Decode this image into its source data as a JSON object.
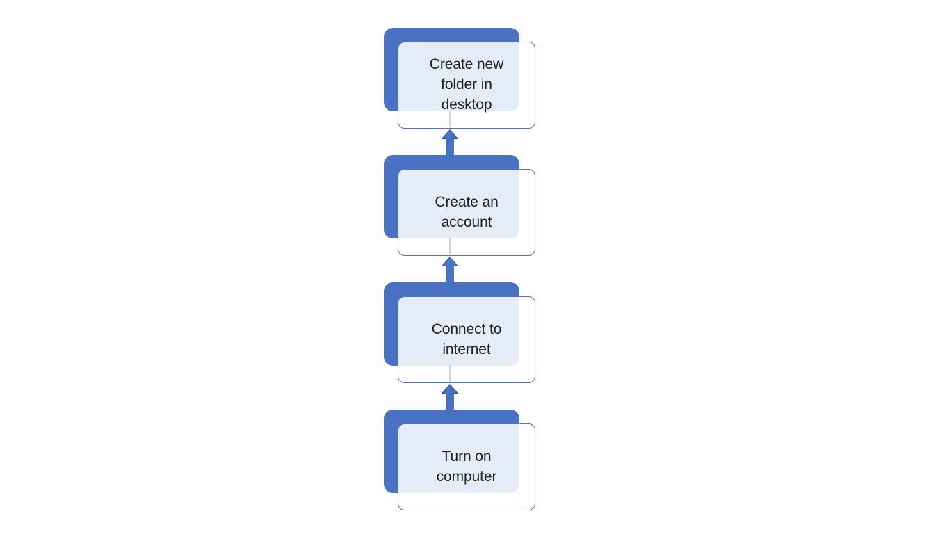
{
  "diagram": {
    "type": "flowchart",
    "orientation": "vertical",
    "flow_direction": "bottom-to-top",
    "nodes": [
      {
        "id": "create-new-folder",
        "label": "Create new\nfolder in\ndesktop",
        "flow_step": 4
      },
      {
        "id": "create-an-account",
        "label": "Create an\naccount",
        "flow_step": 3
      },
      {
        "id": "connect-to-internet",
        "label": "Connect to\ninternet",
        "flow_step": 2
      },
      {
        "id": "turn-on-computer",
        "label": "Turn on\ncomputer",
        "flow_step": 1
      }
    ],
    "edges": [
      {
        "from": "turn-on-computer",
        "to": "connect-to-internet",
        "arrow_direction": "up"
      },
      {
        "from": "connect-to-internet",
        "to": "create-an-account",
        "arrow_direction": "up"
      },
      {
        "from": "create-an-account",
        "to": "create-new-folder",
        "arrow_direction": "up"
      }
    ],
    "colors": {
      "node_shadow_blue": "#4a72c2",
      "node_border_blue": "#4f74c4",
      "node_fill": "rgba(255,255,255,0.86)",
      "node_overlap_tint": "#e9ecf5",
      "arrow_fill": "#4a72c2",
      "arrow_outline": "#30549b",
      "connector_line": "#adb5c6",
      "text": "#1f1f1f",
      "canvas_background": "#ffffff"
    }
  }
}
